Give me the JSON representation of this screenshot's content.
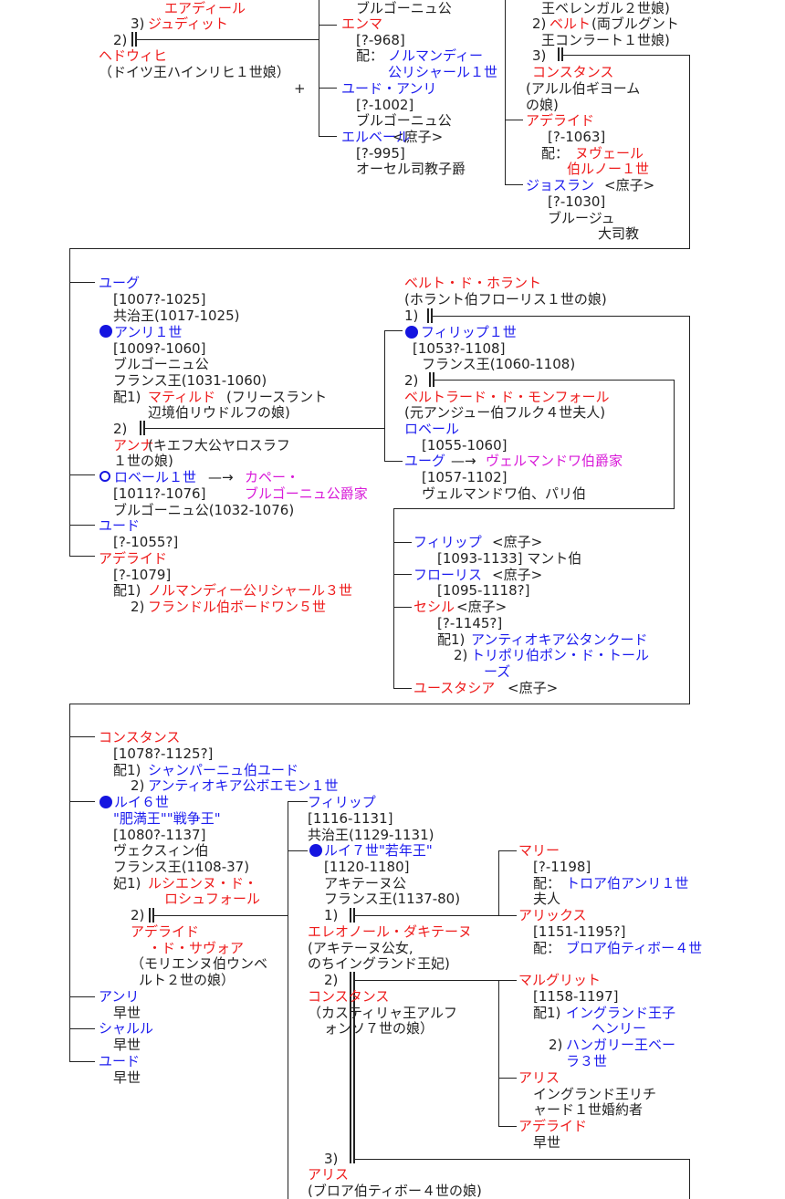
{
  "colors": {
    "female": "#ee1c1c",
    "male": "#1c1cee",
    "house": "#d81ad8",
    "text": "#222222",
    "line": "#222222"
  },
  "block1": {
    "aediil": "エアディール",
    "m3_judith": "ジュディット",
    "m3_num": "3)",
    "m2_num": "2)",
    "hedwig": "ヘドウィヒ",
    "hedwig_parent": "（ドイツ王ハインリヒ１世娘）",
    "plus": "+",
    "burgundy_top": "ブルゴーニュ公",
    "emma": "エンマ",
    "emma_years": "[?-968]",
    "emma_spouse_label": "配：",
    "emma_spouse_1": "ノルマンディー",
    "emma_spouse_2": "公リシャール１世",
    "eudes_henri": "ユード・アンリ",
    "eudes_henri_years": "[?-1002]",
    "eudes_henri_title": "ブルゴーニュ公",
    "robert_ill": "エルベール",
    "illegit": "<庶子>",
    "robert_ill_years": "[?-995]",
    "robert_ill_title": "オーセル司教子爵",
    "r_top1": "王ベレンガル２世娘)",
    "r_m2_num": "2)",
    "bertha": "ベルト",
    "bertha_parent_1": "(両ブルグント",
    "bertha_parent_2": "王コンラート１世娘)",
    "r_m3_num": "3)",
    "constance": "コンスタンス",
    "constance_parent_1": "(アルル伯ギヨーム",
    "constance_parent_2": "の娘)",
    "adelaide": "アデライド",
    "adelaide_years": "[?-1063]",
    "adelaide_spouse_label": "配：",
    "adelaide_spouse_1": "ヌヴェール",
    "adelaide_spouse_2": "伯ルノー１世",
    "gauzlin": "ジョスラン",
    "gauzlin_years": "[?-1030]",
    "gauzlin_title_1": "ブルージュ",
    "gauzlin_title_2": "大司教"
  },
  "block2": {
    "hugues": "ユーグ",
    "hugues_years": "[1007?-1025]",
    "hugues_title": "共治王(1017-1025)",
    "henri1": "アンリ１世",
    "henri1_years": "[1009?-1060]",
    "henri1_title_1": "ブルゴーニュ公",
    "henri1_title_2": "フランス王(1031-1060)",
    "henri1_m1_label": "配1)",
    "mathilde": "マティルド",
    "mathilde_parent_1": "(フリースラント",
    "mathilde_parent_2": "辺境伯リウドルフの娘)",
    "m2_num": "2)",
    "anna": "アンナ",
    "anna_parent_1": "(キエフ大公ヤロスラフ",
    "anna_parent_2": "１世の娘)",
    "robert1": "ロベール１世",
    "arrow": "—→",
    "capet_burg_1": "カペー・",
    "capet_burg_2": "ブルゴーニュ公爵家",
    "robert1_years": "[1011?-1076]",
    "robert1_title": "ブルゴーニュ公(1032-1076)",
    "eudes": "ユード",
    "eudes_years": "[?-1055?]",
    "adele": "アデライド",
    "adele_years": "[?-1079]",
    "adele_m1_label": "配1)",
    "adele_m1": "ノルマンディー公リシャール３世",
    "adele_m2_label": "2)",
    "adele_m2": "フランドル伯ボードワン５世",
    "bertha_h": "ベルト・ド・ホラント",
    "bertha_h_parent": "(ホラント伯フローリス１世の娘)",
    "p_m1": "1)",
    "philippe1": "フィリップ１世",
    "philippe1_years": "[1053?-1108]",
    "philippe1_title": "フランス王(1060-1108)",
    "p_m2": "2)",
    "bertrade": "ベルトラード・ド・モンフォール",
    "bertrade_parent": "(元アンジュー伯フルク４世夫人)",
    "robert_b": "ロベール",
    "robert_b_years": "[1055-1060]",
    "hugues_v": "ユーグ",
    "vermandois_house": "ヴェルマンドワ伯爵家",
    "hugues_v_years": "[1057-1102]",
    "hugues_v_title": "ヴェルマンドワ伯、パリ伯",
    "philippe_m": "フィリップ",
    "illegit": "<庶子>",
    "philippe_m_info": "[1093-1133] マント伯",
    "florus": "フローリス",
    "florus_years": "[1095-1118?]",
    "cecile": "セシル",
    "cecile_years": "[?-1145?]",
    "cecile_m1_label": "配1)",
    "cecile_m1": "アンティオキア公タンクード",
    "cecile_m2_label": "2)",
    "cecile_m2_1": "トリポリ伯ポン・ド・トール",
    "cecile_m2_2": "ーズ",
    "eustachie": "ユースタシア"
  },
  "block3": {
    "constance": "コンスタンス",
    "constance_years": "[1078?-1125?]",
    "constance_m1_label": "配1)",
    "constance_m1": "シャンパーニュ伯ユード",
    "constance_m2_label": "2)",
    "constance_m2": "アンティオキア公ボエモン１世",
    "louis6": "ルイ６世",
    "louis6_epithet": "\"肥満王\"\"戦争王\"",
    "louis6_years": "[1080?-1137]",
    "louis6_title_1": "ヴェクスィン伯",
    "louis6_title_2": "フランス王(1108-37)",
    "louis6_m1_label": "妃1)",
    "lucienne_1": "ルシエンヌ・ド・",
    "lucienne_2": "ロシュフォール",
    "l_m2": "2)",
    "adelaide_s_1": "アデライド",
    "adelaide_s_2": "・ド・サヴォア",
    "adelaide_s_parent_1": "（モリエンヌ伯ウンベ",
    "adelaide_s_parent_2": "ルト２世の娘）",
    "henri": "アンリ",
    "henri_note": "早世",
    "charles": "シャルル",
    "charles_note": "早世",
    "eudes": "ユード",
    "eudes_note": "早世",
    "philippe": "フィリップ",
    "philippe_years": "[1116-1131]",
    "philippe_title": "共治王(1129-1131)",
    "louis7": "ルイ７世\"若年王\"",
    "louis7_years": "[1120-1180]",
    "louis7_title_1": "アキテーヌ公",
    "louis7_title_2": "フランス王(1137-80)",
    "l7_m1": "1)",
    "eleanor": "エレオノール・ダキテーヌ",
    "eleanor_parent_1": "(アキテーヌ公女,",
    "eleanor_parent_2": "のちイングランド王妃)",
    "l7_m2": "2)",
    "constance_c": "コンスタンス",
    "constance_c_parent_1": "（カスティリャ王アルフ",
    "constance_c_parent_2": "ォンソ７世の娘）",
    "l7_m3": "3)",
    "alix": "アリス",
    "alix_parent": "(ブロア伯ティボー４世の娘)",
    "marie": "マリー",
    "marie_years": "[?-1198]",
    "marie_spouse_label": "配：",
    "marie_spouse": "トロア伯アンリ１世",
    "marie_spouse_suffix": "夫人",
    "alix2": "アリックス",
    "alix2_years": "[1151-1195?]",
    "alix2_spouse_label": "配：",
    "alix2_spouse": "ブロア伯ティボー４世",
    "marguerite": "マルグリット",
    "marguerite_years": "[1158-1197]",
    "marguerite_m1_label": "配1)",
    "marguerite_m1_1": "イングランド王子",
    "marguerite_m1_2": "ヘンリー",
    "marguerite_m2_label": "2)",
    "marguerite_m2_1": "ハンガリー王ベー",
    "marguerite_m2_2": "ラ３世",
    "alice": "アリス",
    "alice_note_1": "イングランド王リチ",
    "alice_note_2": "ャード１世婚約者",
    "adelaide_e": "アデライド",
    "adelaide_e_note": "早世"
  }
}
